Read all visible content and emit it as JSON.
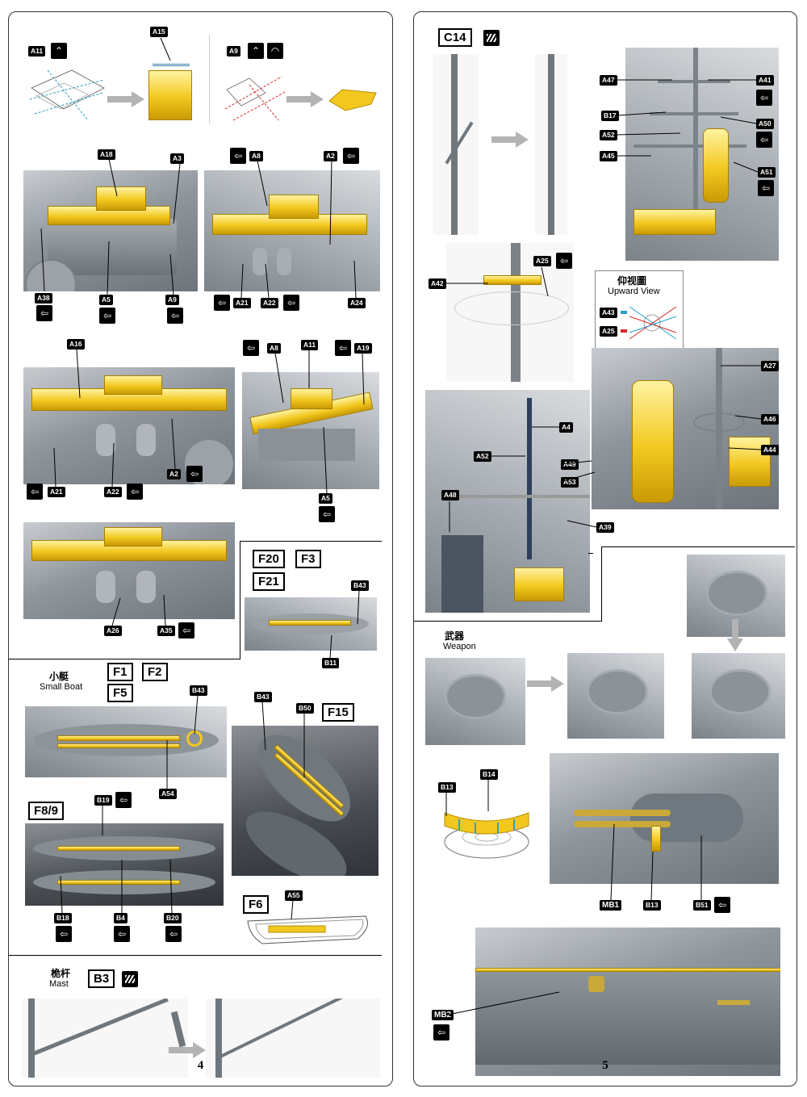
{
  "pages": {
    "left_number": "4",
    "right_number": "5"
  },
  "labels": {
    "a11": "A11",
    "a15": "A15",
    "a9": "A9",
    "a18": "A18",
    "a3": "A3",
    "a38": "A38",
    "a5": "A5",
    "a8": "A8",
    "a2": "A2",
    "a21": "A21",
    "a22": "A22",
    "a24": "A24",
    "a16": "A16",
    "a19": "A19",
    "a26": "A26",
    "a35": "A35",
    "b43": "B43",
    "b11": "B11",
    "a54": "A54",
    "b50": "B50",
    "b19": "B19",
    "b18": "B18",
    "b4": "B4",
    "b20": "B20",
    "a55": "A55",
    "a47": "A47",
    "a41": "A41",
    "b17": "B17",
    "a50": "A50",
    "a52": "A52",
    "a45": "A45",
    "a51": "A51",
    "a42": "A42",
    "a25": "A25",
    "a43": "A43",
    "a27": "A27",
    "a4": "A4",
    "a46": "A46",
    "a49": "A49",
    "a44": "A44",
    "a53": "A53",
    "a48": "A48",
    "a39": "A39",
    "b13": "B13",
    "b14": "B14",
    "mb1": "MB1",
    "b51": "B51",
    "mb2": "MB2"
  },
  "steps": {
    "f20": "F20",
    "f3": "F3",
    "f21": "F21",
    "f1": "F1",
    "f2": "F2",
    "f5": "F5",
    "f15": "F15",
    "f89": "F8/9",
    "f6": "F6",
    "b3": "B3",
    "c14": "C14"
  },
  "section_titles": {
    "small_boat_cn": "小艇",
    "small_boat_en": "Small Boat",
    "mast_cn": "桅杆",
    "mast_en": "Mast",
    "weapon_cn": "武器",
    "weapon_en": "Weapon",
    "upward_cn": "仰视圖",
    "upward_en": "Upward View"
  },
  "icons": {
    "glue": "glue-icon",
    "fold_up": "fold-up-icon",
    "fold_round": "round-bend-icon",
    "remove": "hatch-remove-icon"
  },
  "colors": {
    "brass": "#f2c81f",
    "plastic_gray": "#8e959c",
    "fold_blue": "#2aa0c8",
    "fold_red": "#d42a2a"
  }
}
